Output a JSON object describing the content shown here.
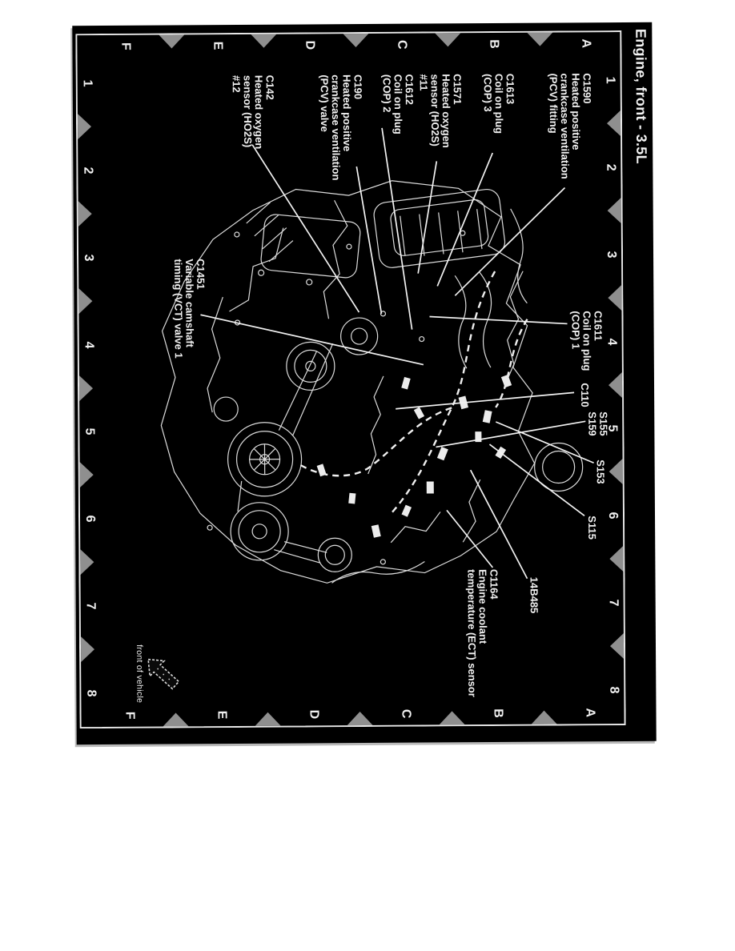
{
  "title": "Engine, front - 3.5L",
  "front_of_vehicle": "front of vehicle",
  "grid": {
    "letters": [
      "A",
      "B",
      "C",
      "D",
      "E",
      "F"
    ],
    "numbers": [
      "1",
      "2",
      "3",
      "4",
      "5",
      "6",
      "7",
      "8"
    ]
  },
  "callouts": {
    "c1590": {
      "lines": [
        "C1590",
        "Heated positive",
        "crankcase ventilation",
        "(PCV) fitting"
      ]
    },
    "c1613": {
      "lines": [
        "C1613",
        "Coil on plug",
        "(COP) 3"
      ]
    },
    "c1571": {
      "lines": [
        "C1571",
        "Heated oxygen",
        "sensor (HO2S)",
        "#11"
      ]
    },
    "c1612": {
      "lines": [
        "C1612",
        "Coil on plug",
        "(COP) 2"
      ]
    },
    "c190": {
      "lines": [
        "C190",
        "Heated positive",
        "crankcase ventilation",
        "(PCV) valve"
      ]
    },
    "c142": {
      "lines": [
        "C142",
        "Heated oxygen",
        "sensor (HO2S)",
        "#12"
      ]
    },
    "c1611": {
      "lines": [
        "C1611",
        "Coil on plug",
        "(COP) 1"
      ]
    },
    "c110": {
      "lines": [
        "C110"
      ]
    },
    "s155_s159": {
      "lines": [
        "S155",
        "S159"
      ]
    },
    "s153": {
      "lines": [
        "S153"
      ]
    },
    "s115": {
      "lines": [
        "S115"
      ]
    },
    "p14b485": {
      "lines": [
        "14B485"
      ]
    },
    "c1164": {
      "lines": [
        "C1164",
        "Engine coolant",
        "temperature (ECT) sensor"
      ]
    },
    "c1451": {
      "lines": [
        "C1451",
        "Variable camshaft",
        "timing (VCT) valve 1"
      ]
    }
  },
  "colors": {
    "page_background": "#000000",
    "ink": "#f1f1f1",
    "grid_marker": "#8f8f8f",
    "scan_background": "#ffffff"
  }
}
